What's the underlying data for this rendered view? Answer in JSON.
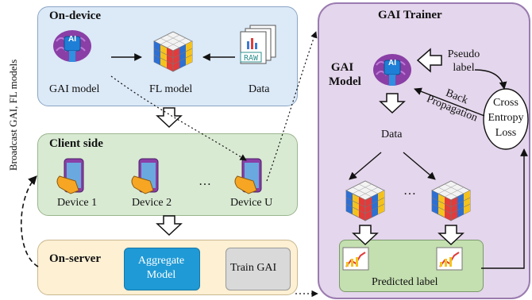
{
  "side_label": "Broadcast GAI, FL models",
  "on_device": {
    "title": "On-device",
    "gai_label": "GAI model",
    "fl_label": "FL model",
    "data_label": "Data",
    "raw_tag": "RAW",
    "ai_tag": "AI"
  },
  "client_side": {
    "title": "Client side",
    "devices": [
      "Device 1",
      "Device 2",
      "Device U"
    ],
    "ellipsis": "…"
  },
  "on_server": {
    "title": "On-server",
    "aggregate_label": "Aggregate Model",
    "train_label": "Train GAI"
  },
  "trainer": {
    "title": "GAI Trainer",
    "gai_model_label": "GAI Model",
    "pseudo_label": "Pseudo label",
    "cross_entropy": "Cross Entropy Loss",
    "back_propagation": "Back Propagation",
    "data_label": "Data",
    "ellipsis": "…",
    "predicted_label": "Predicted label"
  },
  "colors": {
    "on_device_bg": "#dce9f7",
    "client_bg": "#d9ead3",
    "server_bg": "#fdf0d3",
    "trainer_bg": "#e4d6ec",
    "trainer_border": "#9a7bb0",
    "aggregate_bg": "#1f9ad6",
    "train_bg": "#d9d9d9",
    "predicted_bg": "#c4dfb0"
  }
}
